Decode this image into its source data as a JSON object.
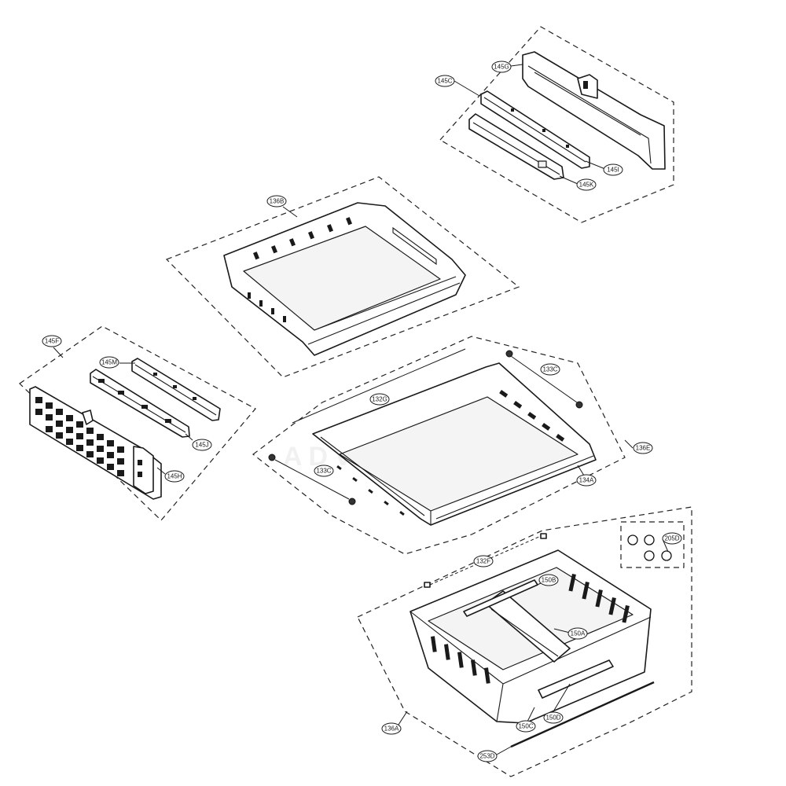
{
  "diagram": {
    "watermark": "ADVENTURE",
    "callouts": {
      "c145G": "145G",
      "c145C": "145C",
      "c145I": "145I",
      "c145K": "145K",
      "c136B": "136B",
      "c145F": "145F",
      "c145M": "145M",
      "c145J": "145J",
      "c145H": "145H",
      "c133C_top": "133C",
      "c132G": "132G",
      "c136E": "136E",
      "c133C_left": "133C",
      "c134A": "134A",
      "c205D": "205D",
      "c132F": "132F",
      "c150B": "150B",
      "c150A": "150A",
      "c150C": "150C",
      "c150D": "150D",
      "c136A": "136A",
      "c253D": "253D"
    }
  }
}
